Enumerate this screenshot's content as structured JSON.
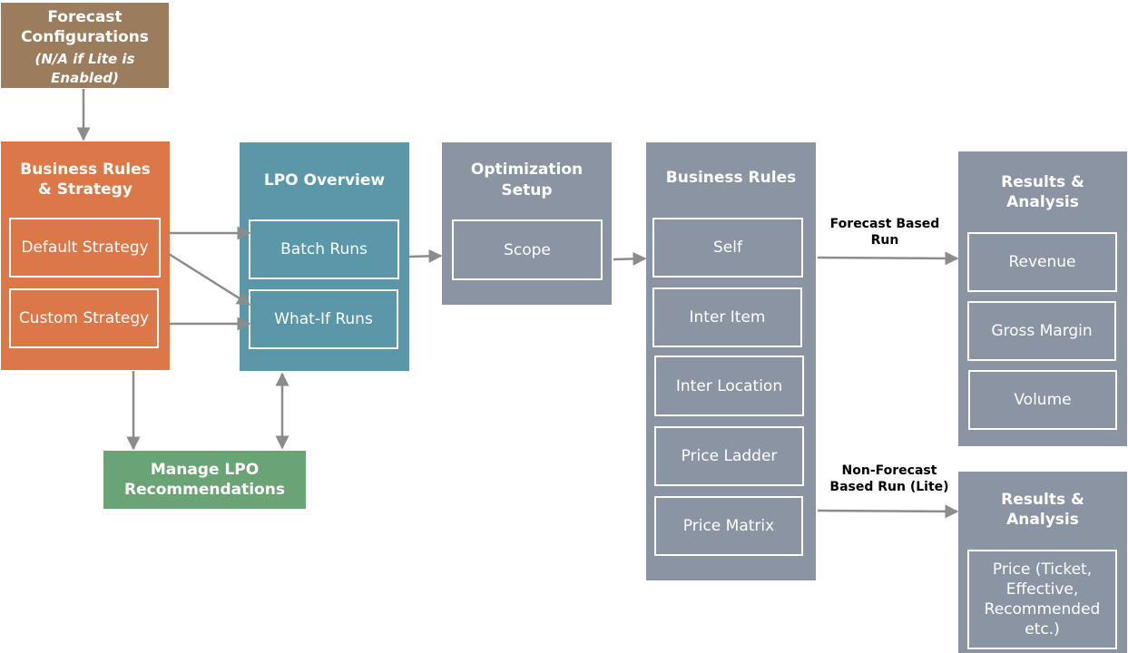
{
  "forecast_config": {
    "title_line1": "Forecast",
    "title_line2": "Configurations",
    "note_line1": "(N/A if Lite is",
    "note_line2": "Enabled)"
  },
  "business_rules_strategy": {
    "title_line1": "Business Rules",
    "title_line2": "& Strategy",
    "items": [
      "Default Strategy",
      "Custom Strategy"
    ]
  },
  "lpo_overview": {
    "title": "LPO Overview",
    "items": [
      "Batch Runs",
      "What-If Runs"
    ]
  },
  "optimization_setup": {
    "title_line1": "Optimization",
    "title_line2": "Setup",
    "items": [
      "Scope"
    ]
  },
  "business_rules": {
    "title": "Business Rules",
    "items": [
      "Self",
      "Inter Item",
      "Inter Location",
      "Price Ladder",
      "Price Matrix"
    ]
  },
  "results_forecast": {
    "title_line1": "Results &",
    "title_line2": "Analysis",
    "items": [
      "Revenue",
      "Gross Margin",
      "Volume"
    ]
  },
  "results_lite": {
    "title_line1": "Results &",
    "title_line2": "Analysis",
    "item_lines": [
      "Price (Ticket,",
      "Effective,",
      "Recommended",
      "etc.)"
    ]
  },
  "manage_lpo": {
    "title_line1": "Manage LPO",
    "title_line2": "Recommendations"
  },
  "edge_labels": {
    "forecast_line1": "Forecast Based",
    "forecast_line2": "Run",
    "lite_line1": "Non-Forecast",
    "lite_line2": "Based Run (Lite)"
  },
  "colors": {
    "brown": "#9b7c5c",
    "orange": "#dc7847",
    "teal": "#5a97a9",
    "slate": "#8a94a3",
    "green": "#6aa374",
    "arrow": "#8c8c8c"
  }
}
